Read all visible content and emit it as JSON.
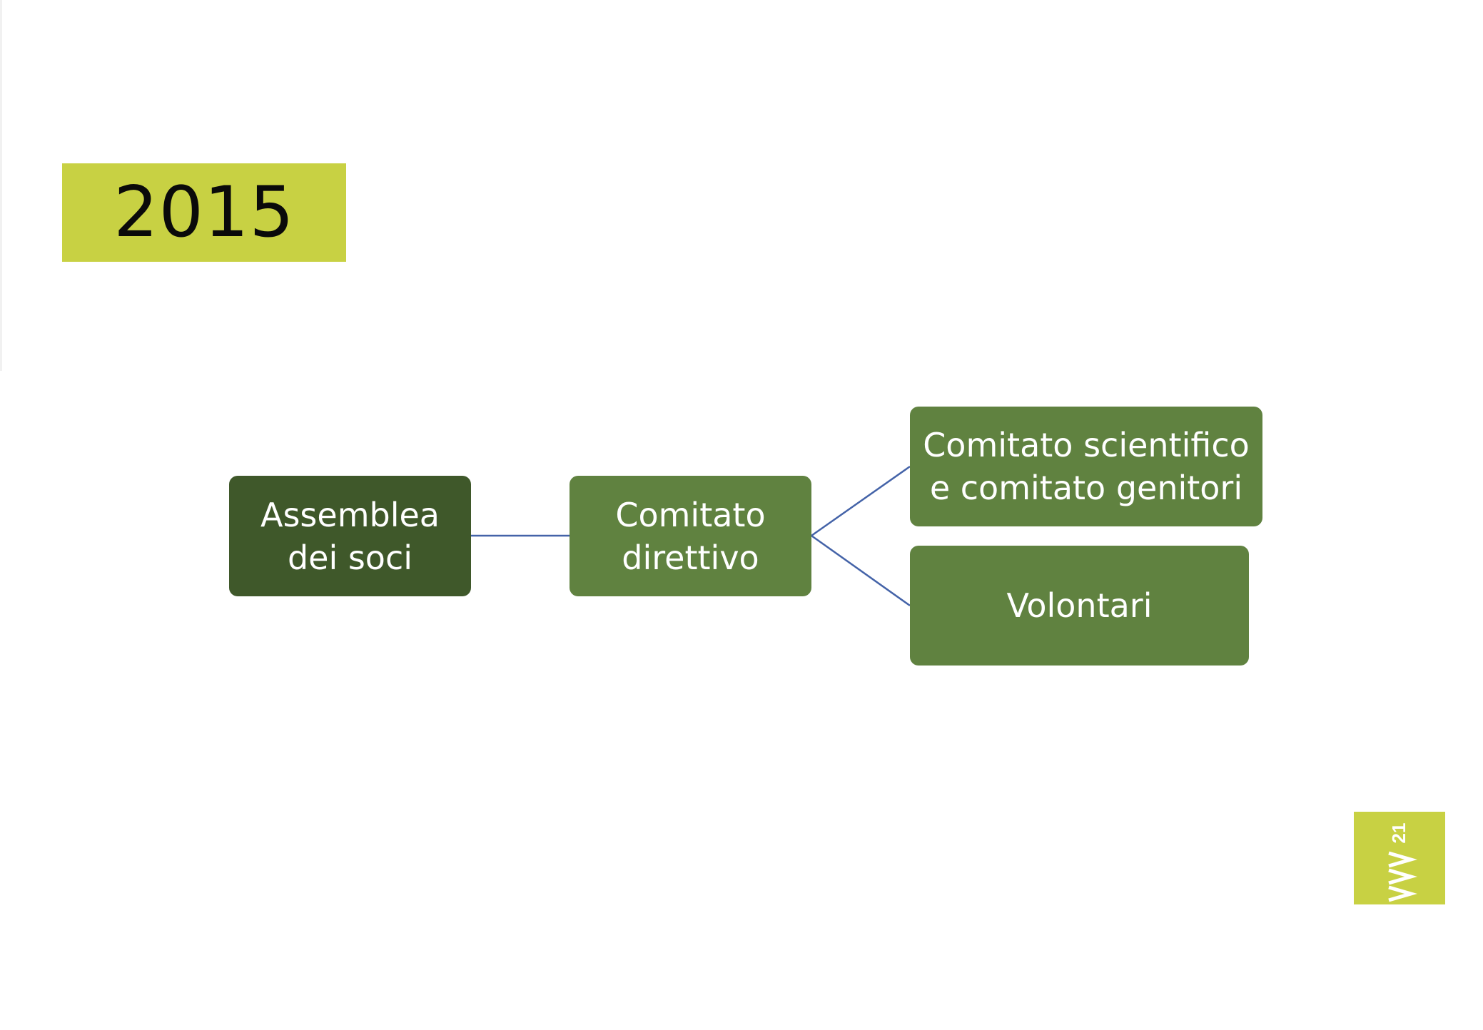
{
  "slide": {
    "year": "2015",
    "colors": {
      "year_box": "#c8d143",
      "root_node": "#3f582a",
      "child_nodes": "#608240",
      "connector": "#4463a8",
      "node_text": "#ffffff"
    }
  },
  "org_chart": {
    "nodes": [
      {
        "id": "assemblea",
        "label": "Assemblea\ndei soci"
      },
      {
        "id": "direttivo",
        "label": "Comitato\ndirettivo"
      },
      {
        "id": "scientifico",
        "label": "Comitato scientifico\ne comitato genitori"
      },
      {
        "id": "volontari",
        "label": "Volontari"
      }
    ],
    "edges": [
      {
        "from": "assemblea",
        "to": "direttivo"
      },
      {
        "from": "direttivo",
        "to": "scientifico"
      },
      {
        "from": "direttivo",
        "to": "volontari"
      }
    ]
  },
  "logo": {
    "text": "AVV21",
    "icon": "avv21-logo-icon"
  }
}
